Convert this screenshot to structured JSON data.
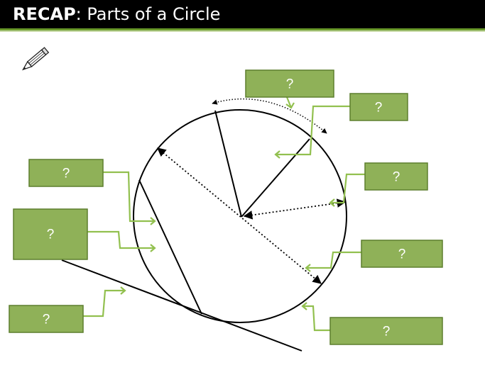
{
  "header": {
    "title_bold": "RECAP",
    "title_rest": ": Parts of a Circle"
  },
  "icons": {
    "pencil": "pencil-icon"
  },
  "labels": [
    {
      "id": "arc",
      "text": "?"
    },
    {
      "id": "sector",
      "text": "?"
    },
    {
      "id": "radius",
      "text": "?"
    },
    {
      "id": "diameter",
      "text": "?"
    },
    {
      "id": "circumference",
      "text": "?"
    },
    {
      "id": "chord",
      "text": "?"
    },
    {
      "id": "segment",
      "text": "?"
    },
    {
      "id": "tangent",
      "text": "?"
    }
  ],
  "colors": {
    "accent_green": "#8fb158",
    "pointer_green": "#92c04f",
    "title_bg": "#000000"
  }
}
